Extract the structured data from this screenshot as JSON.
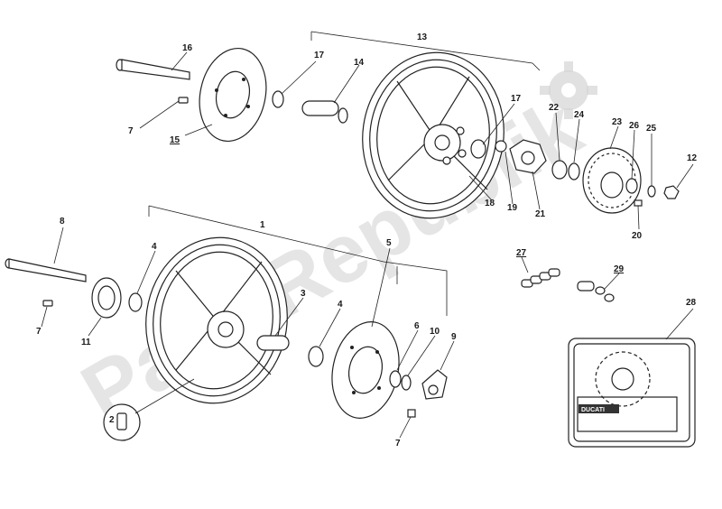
{
  "watermark": "PartsRepublik",
  "callouts": {
    "c1": "1",
    "c2": "2",
    "c3": "3",
    "c4a": "4",
    "c4b": "4",
    "c5": "5",
    "c6": "6",
    "c7a": "7",
    "c7b": "7",
    "c7c": "7",
    "c8": "8",
    "c9": "9",
    "c10": "10",
    "c11": "11",
    "c12": "12",
    "c13": "13",
    "c14": "14",
    "c15": "15",
    "c16": "16",
    "c17a": "17",
    "c17b": "17",
    "c18": "18",
    "c19": "19",
    "c20": "20",
    "c21": "21",
    "c22": "22",
    "c23": "23",
    "c24": "24",
    "c25": "25",
    "c26": "26",
    "c27": "27",
    "c28": "28",
    "c29": "29"
  },
  "sticker_brand": "DUCATI",
  "icons": {
    "watermark_gear": "gear-icon"
  }
}
